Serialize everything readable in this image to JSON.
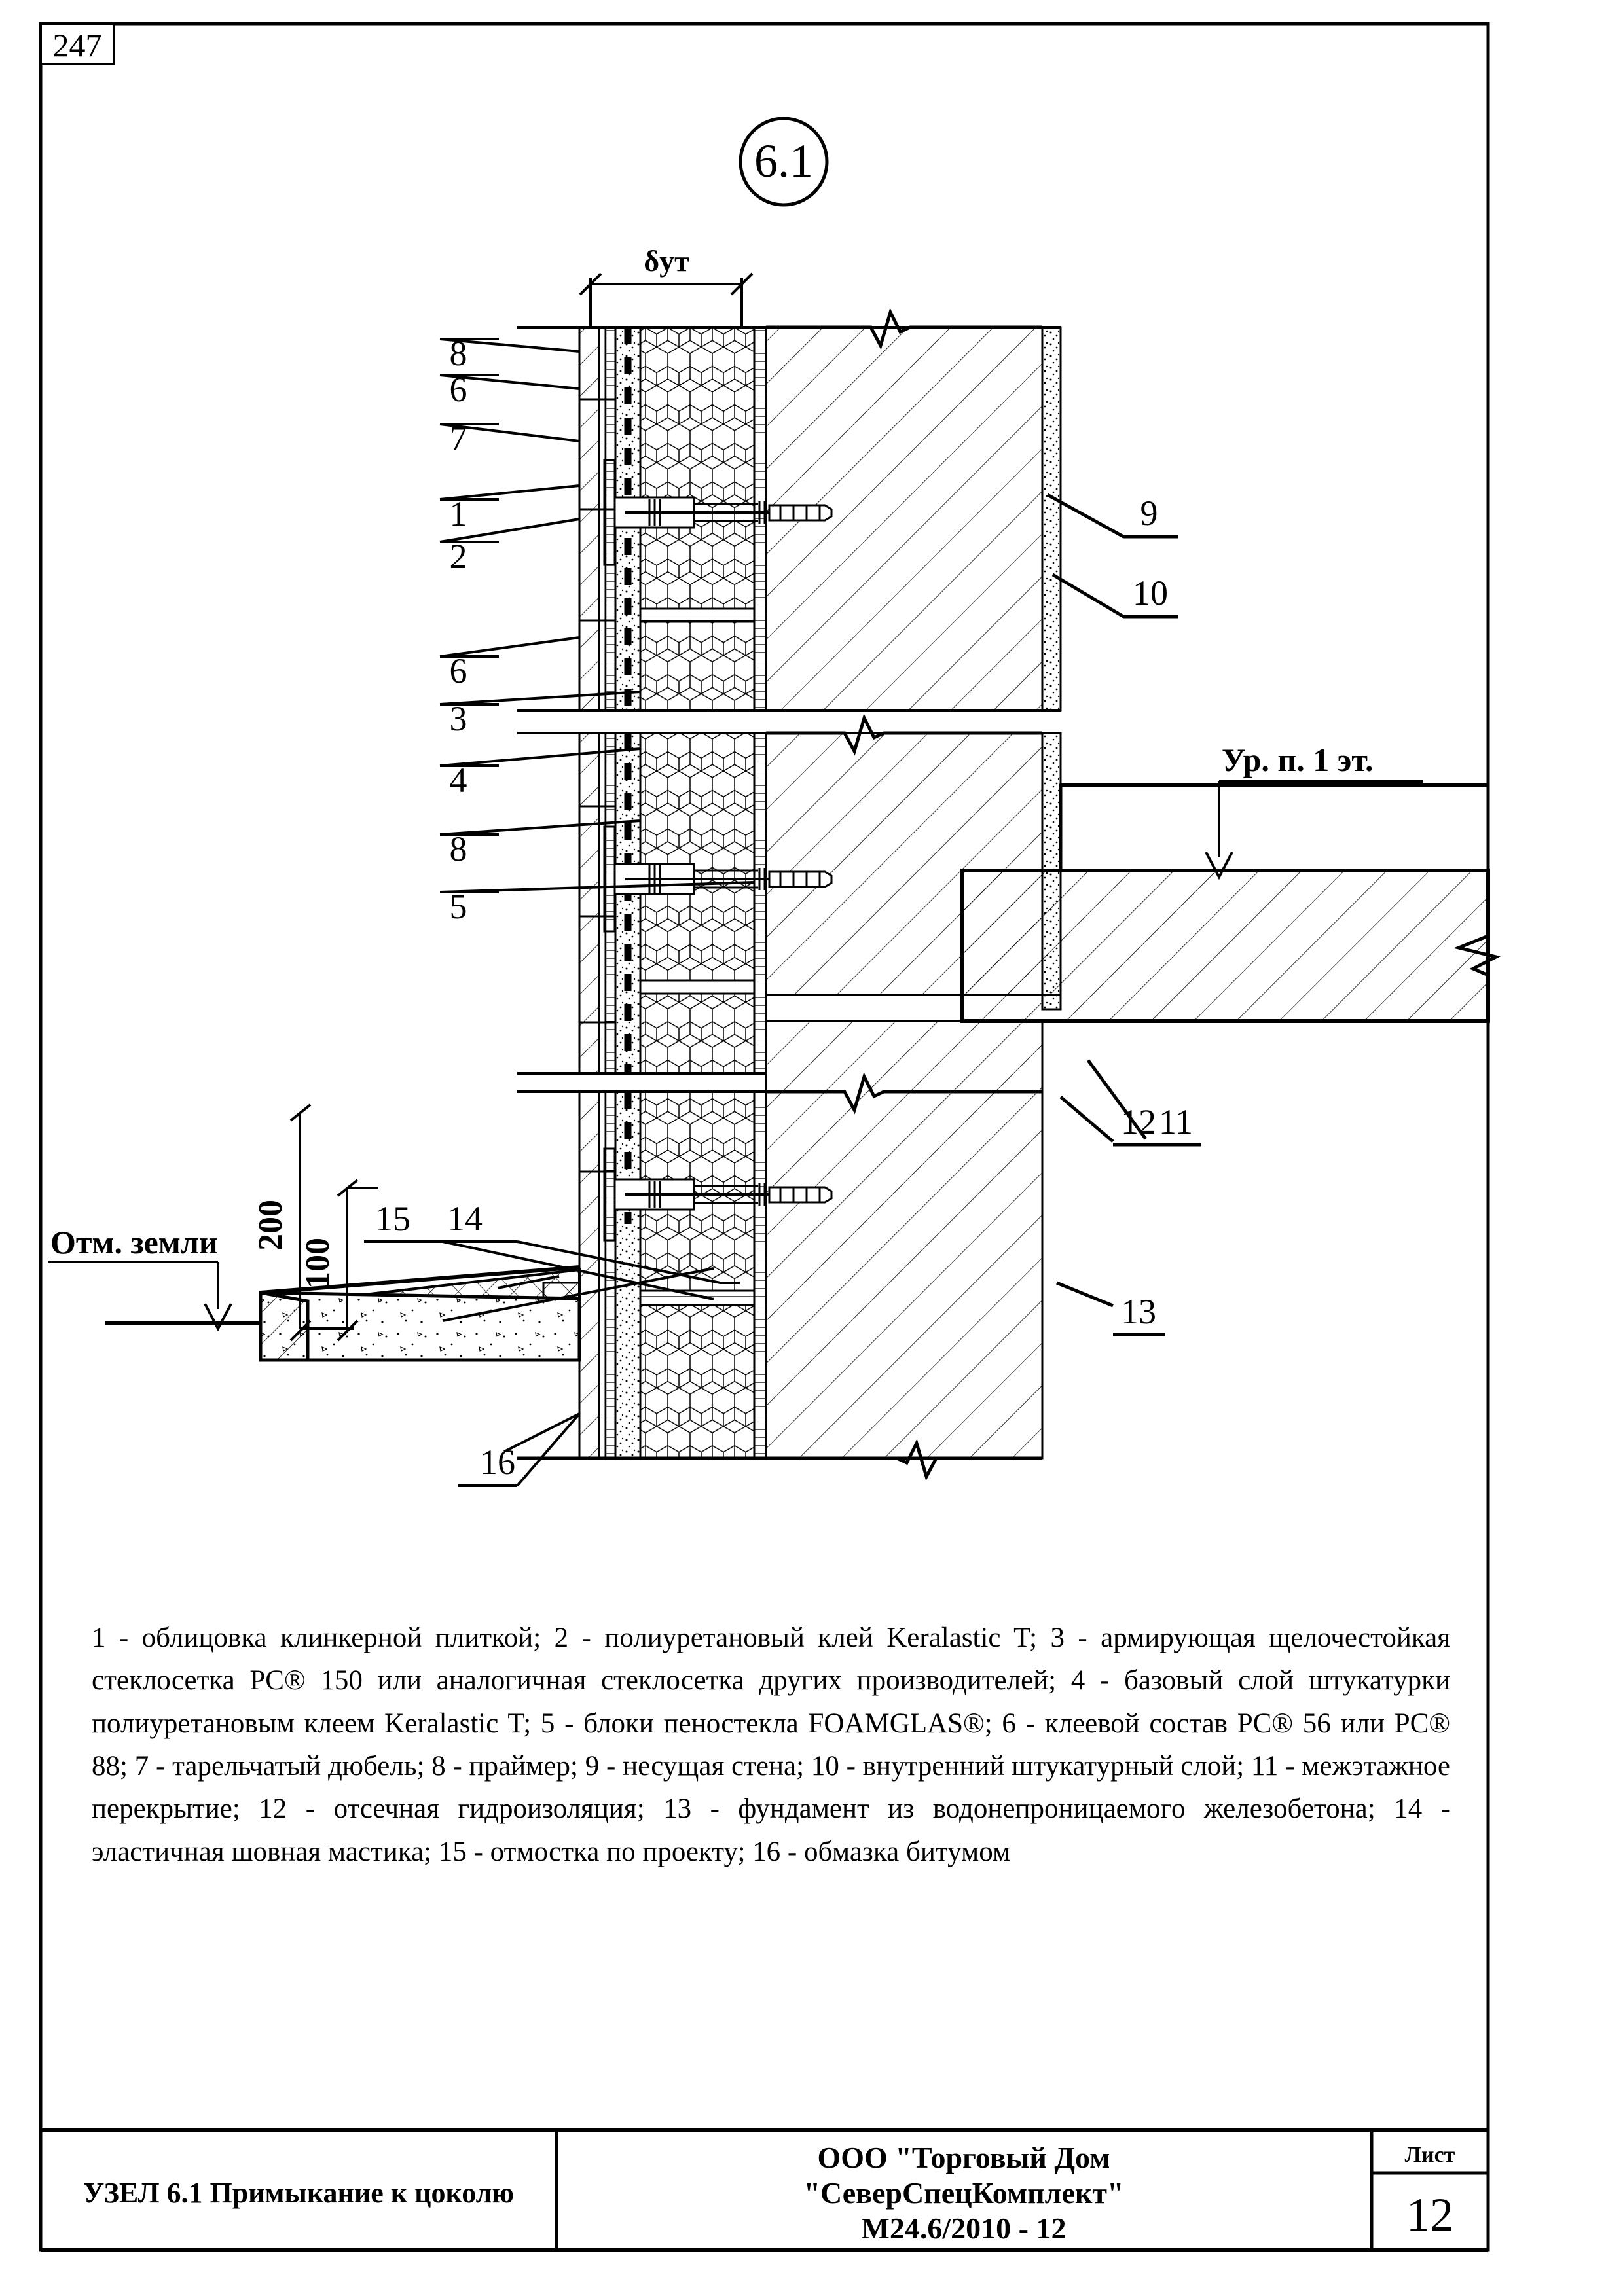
{
  "sheet": {
    "page_number": "247",
    "detail_tag": "6.1"
  },
  "dimensions": {
    "insulation_thickness": "δут",
    "plinth_above_ground": "200",
    "apron_height": "100"
  },
  "level_marks": {
    "ground": "Отм. земли",
    "floor_1": "Ур. п. 1 эт."
  },
  "callouts": {
    "left": [
      {
        "id": "c8a",
        "label": "8"
      },
      {
        "id": "c6a",
        "label": "6"
      },
      {
        "id": "c7",
        "label": "7"
      },
      {
        "id": "c1",
        "label": "1"
      },
      {
        "id": "c2",
        "label": "2"
      },
      {
        "id": "c6b",
        "label": "6"
      },
      {
        "id": "c3",
        "label": "3"
      },
      {
        "id": "c4",
        "label": "4"
      },
      {
        "id": "c8b",
        "label": "8"
      },
      {
        "id": "c5",
        "label": "5"
      },
      {
        "id": "c15",
        "label": "15"
      },
      {
        "id": "c14",
        "label": "14"
      },
      {
        "id": "c16",
        "label": "16"
      }
    ],
    "right": [
      {
        "id": "c9",
        "label": "9"
      },
      {
        "id": "c10",
        "label": "10"
      },
      {
        "id": "c12",
        "label": "12"
      },
      {
        "id": "c11",
        "label": "11"
      },
      {
        "id": "c13",
        "label": "13"
      }
    ]
  },
  "legend": {
    "text": "1 - облицовка клинкерной плиткой; 2 - полиуретановый клей Keralastic T; 3 - армирующая щелочестойкая стеклосетка PC® 150 или аналогичная стеклосетка других производителей; 4 - базовый слой штукатурки полиуретановым клеем Keralastic T; 5 - блоки пеностекла FOAMGLAS®; 6 - клеевой состав PC® 56 или PC® 88; 7 - тарельчатый дюбель; 8 - праймер; 9 - несущая стена; 10 - внутренний штукатурный слой; 11 - межэтажное перекрытие; 12 - отсечная гидроизоляция; 13 - фундамент из водонепроницаемого железобетона; 14 - эластичная шовная мастика; 15 - отмостка по проекту; 16 - обмазка битумом",
    "items": [
      {
        "no": "1",
        "name": "облицовка клинкерной плиткой"
      },
      {
        "no": "2",
        "name": "полиуретановый клей Keralastic T"
      },
      {
        "no": "3",
        "name": "армирующая щелочестойкая стеклосетка PC® 150 или аналогичная стеклосетка других производителей"
      },
      {
        "no": "4",
        "name": "базовый слой штукатурки полиуретановым клеем Keralastic T"
      },
      {
        "no": "5",
        "name": "блоки пеностекла FOAMGLAS®"
      },
      {
        "no": "6",
        "name": "клеевой состав PC® 56 или PC® 88"
      },
      {
        "no": "7",
        "name": "тарельчатый дюбель"
      },
      {
        "no": "8",
        "name": "праймер"
      },
      {
        "no": "9",
        "name": "несущая стена"
      },
      {
        "no": "10",
        "name": "внутренний штукатурный слой"
      },
      {
        "no": "11",
        "name": "межэтажное перекрытие"
      },
      {
        "no": "12",
        "name": "отсечная гидроизоляция"
      },
      {
        "no": "13",
        "name": "фундамент из водонепроницаемого железобетона"
      },
      {
        "no": "14",
        "name": "эластичная шовная мастика"
      },
      {
        "no": "15",
        "name": "отмостка по проекту"
      },
      {
        "no": "16",
        "name": "обмазка битумом"
      }
    ]
  },
  "title_block": {
    "detail_title": "УЗЕЛ 6.1 Примыкание к цоколю",
    "company_line1": "ООО \"Торговый Дом",
    "company_line2": "\"СеверСпецКомплект\"",
    "document_code": "М24.6/2010 - 12",
    "sheet_label": "Лист",
    "sheet_number": "12"
  },
  "colors": {
    "line": "#000000",
    "paper": "#ffffff"
  }
}
